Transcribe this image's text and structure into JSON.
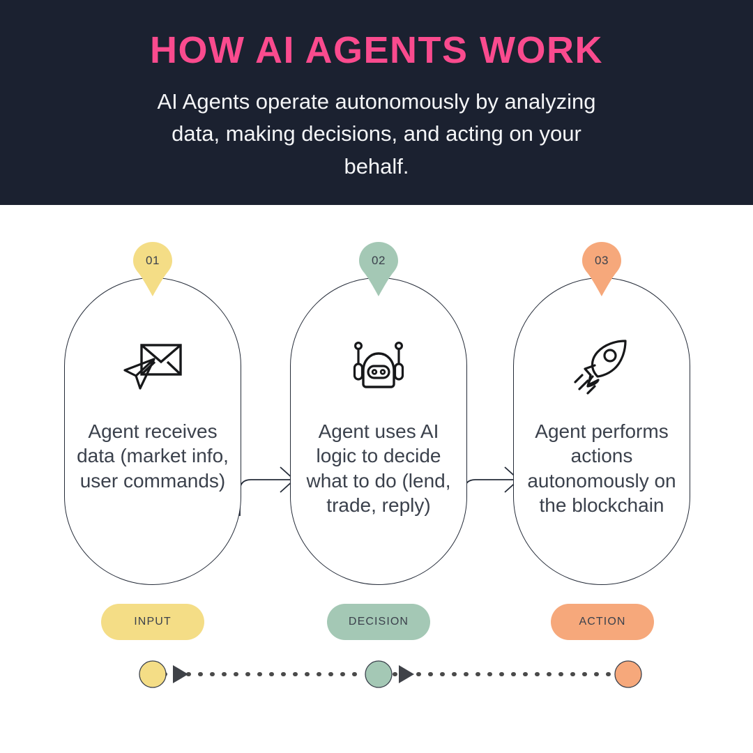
{
  "header": {
    "title": "HOW AI AGENTS WORK",
    "subtitle": "AI Agents operate autonomously by analyzing data, making decisions, and acting on your behalf.",
    "background_color": "#1b2130",
    "title_color": "#fa4b8e",
    "subtitle_color": "#f4f5f7"
  },
  "steps": [
    {
      "number": "01",
      "text": "Agent receives data (market info, user commands)",
      "icon": "envelope-paper-plane-icon",
      "tag": "INPUT",
      "color": "#f4dd86"
    },
    {
      "number": "02",
      "text": "Agent uses AI logic to decide what to do (lend, trade, reply)",
      "icon": "robot-head-icon",
      "tag": "DECISION",
      "color": "#a4c8b5"
    },
    {
      "number": "03",
      "text": "Agent performs actions autonomously on the blockchain",
      "icon": "rocket-icon",
      "tag": "ACTION",
      "color": "#f6a87b"
    }
  ],
  "timeline": {
    "node_colors": [
      "#f4dd86",
      "#a4c8b5",
      "#f6a87b"
    ],
    "dot_color": "#4a4a4a",
    "arrow_color": "#3f4248"
  },
  "theme": {
    "page_background": "#ffffff",
    "card_stroke": "#242b38",
    "body_text": "#3b414c"
  }
}
